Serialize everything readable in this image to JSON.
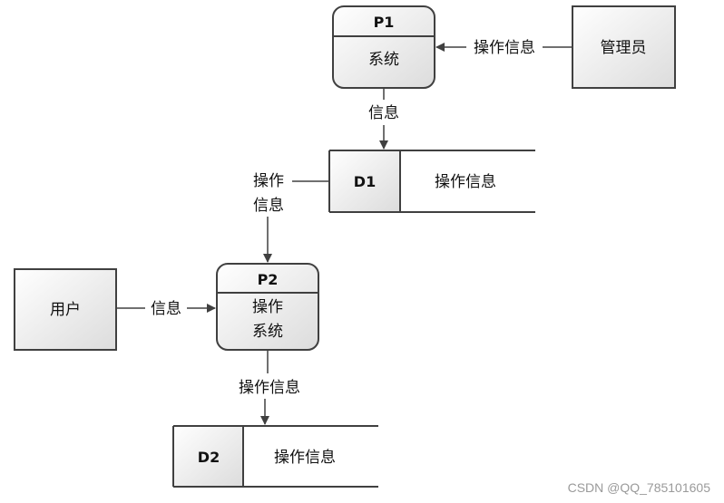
{
  "processes": {
    "p1": {
      "id": "P1",
      "name": "系统"
    },
    "p2": {
      "id": "P2",
      "name_line1": "操作",
      "name_line2": "系统"
    }
  },
  "entities": {
    "admin": "管理员",
    "user": "用户"
  },
  "stores": {
    "d1": {
      "id": "D1",
      "name": "操作信息"
    },
    "d2": {
      "id": "D2",
      "name": "操作信息"
    }
  },
  "flows": {
    "admin_to_p1": "操作信息",
    "p1_to_d1": "信息",
    "d1_to_p2_line1": "操作",
    "d1_to_p2_line2": "信息",
    "user_to_p2": "信息",
    "p2_to_d2": "操作信息"
  },
  "watermark": "CSDN @QQ_785101605"
}
